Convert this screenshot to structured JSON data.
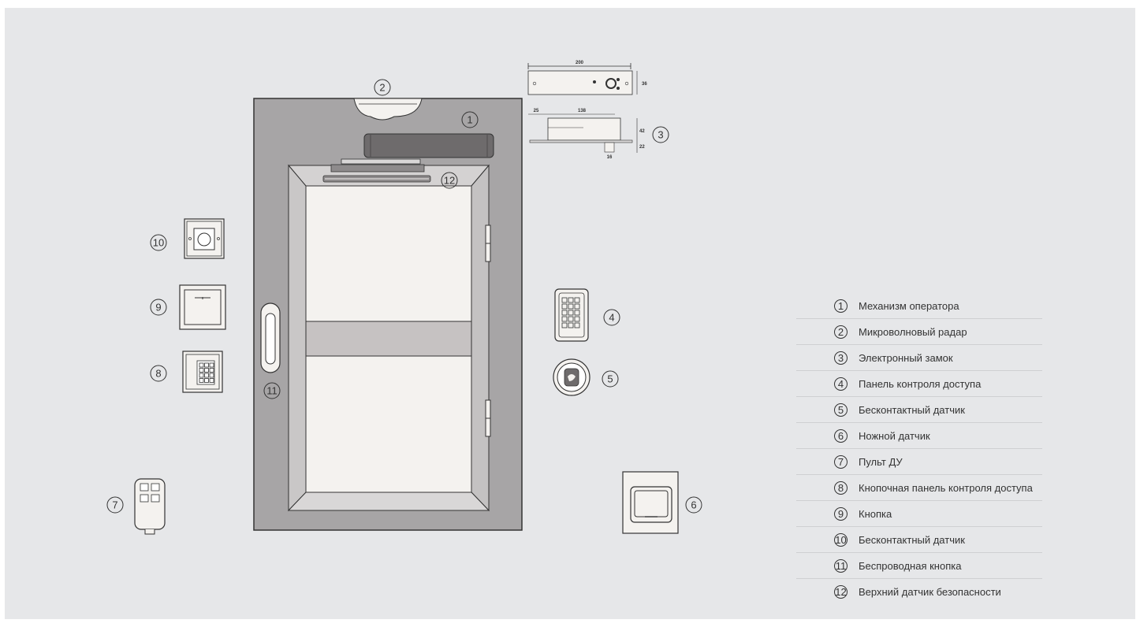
{
  "components": [
    {
      "num": "1",
      "label": "Механизм оператора"
    },
    {
      "num": "2",
      "label": "Микроволновый радар"
    },
    {
      "num": "3",
      "label": "Электронный замок"
    },
    {
      "num": "4",
      "label": "Панель контроля доступа"
    },
    {
      "num": "5",
      "label": "Бесконтактный датчик"
    },
    {
      "num": "6",
      "label": "Ножной датчик"
    },
    {
      "num": "7",
      "label": "Пульт ДУ"
    },
    {
      "num": "8",
      "label": "Кнопочная панель контроля доступа"
    },
    {
      "num": "9",
      "label": "Кнопка"
    },
    {
      "num": "10",
      "label": "Бесконтактный датчик"
    },
    {
      "num": "11",
      "label": "Беспроводная кнопка"
    },
    {
      "num": "12",
      "label": "Верхний датчик безопасности"
    }
  ],
  "lock_dimensions": {
    "length": "200",
    "mount": "138",
    "offset": "25",
    "height_top": "36",
    "height_side": "42",
    "pin": "22",
    "pin_w": "16"
  },
  "colors": {
    "background": "#e6e7e9",
    "frame": "#a7a5a6",
    "glass": "#f4f2ef",
    "stroke": "#333333"
  }
}
